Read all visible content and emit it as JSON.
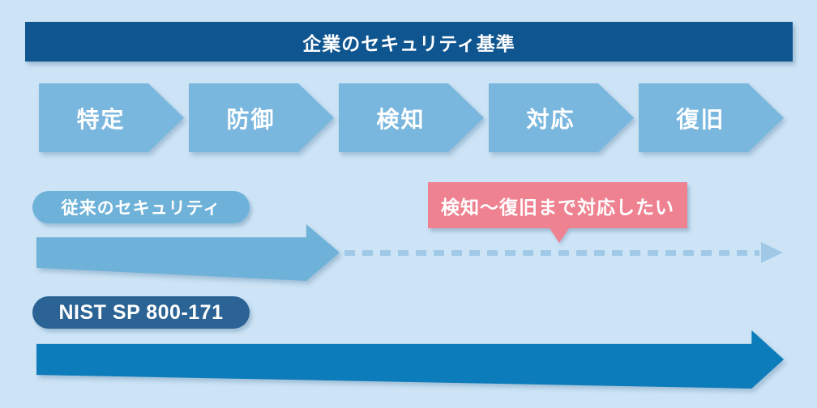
{
  "header": {
    "title": "企業のセキュリティ基準"
  },
  "steps": [
    {
      "id": "identify",
      "label": "特定"
    },
    {
      "id": "protect",
      "label": "防御"
    },
    {
      "id": "detect",
      "label": "検知"
    },
    {
      "id": "respond",
      "label": "対応"
    },
    {
      "id": "recover",
      "label": "復旧"
    }
  ],
  "legacy": {
    "label": "従来のセキュリティ"
  },
  "callout": {
    "text": "検知〜復旧まで対応したい"
  },
  "nist": {
    "label": "NIST SP 800-171"
  },
  "colors": {
    "background": "#cde4f6",
    "banner": "#0f5590",
    "step_chevron": "#7ab7de",
    "legacy_pill": "#6fb2d9",
    "legacy_arrow": "#6fb2d9",
    "dashed_arrow": "#a0c9e7",
    "callout": "#ee8291",
    "nist_pill": "#2b6394",
    "nist_arrow": "#0c7cba",
    "text": "#ffffff"
  }
}
